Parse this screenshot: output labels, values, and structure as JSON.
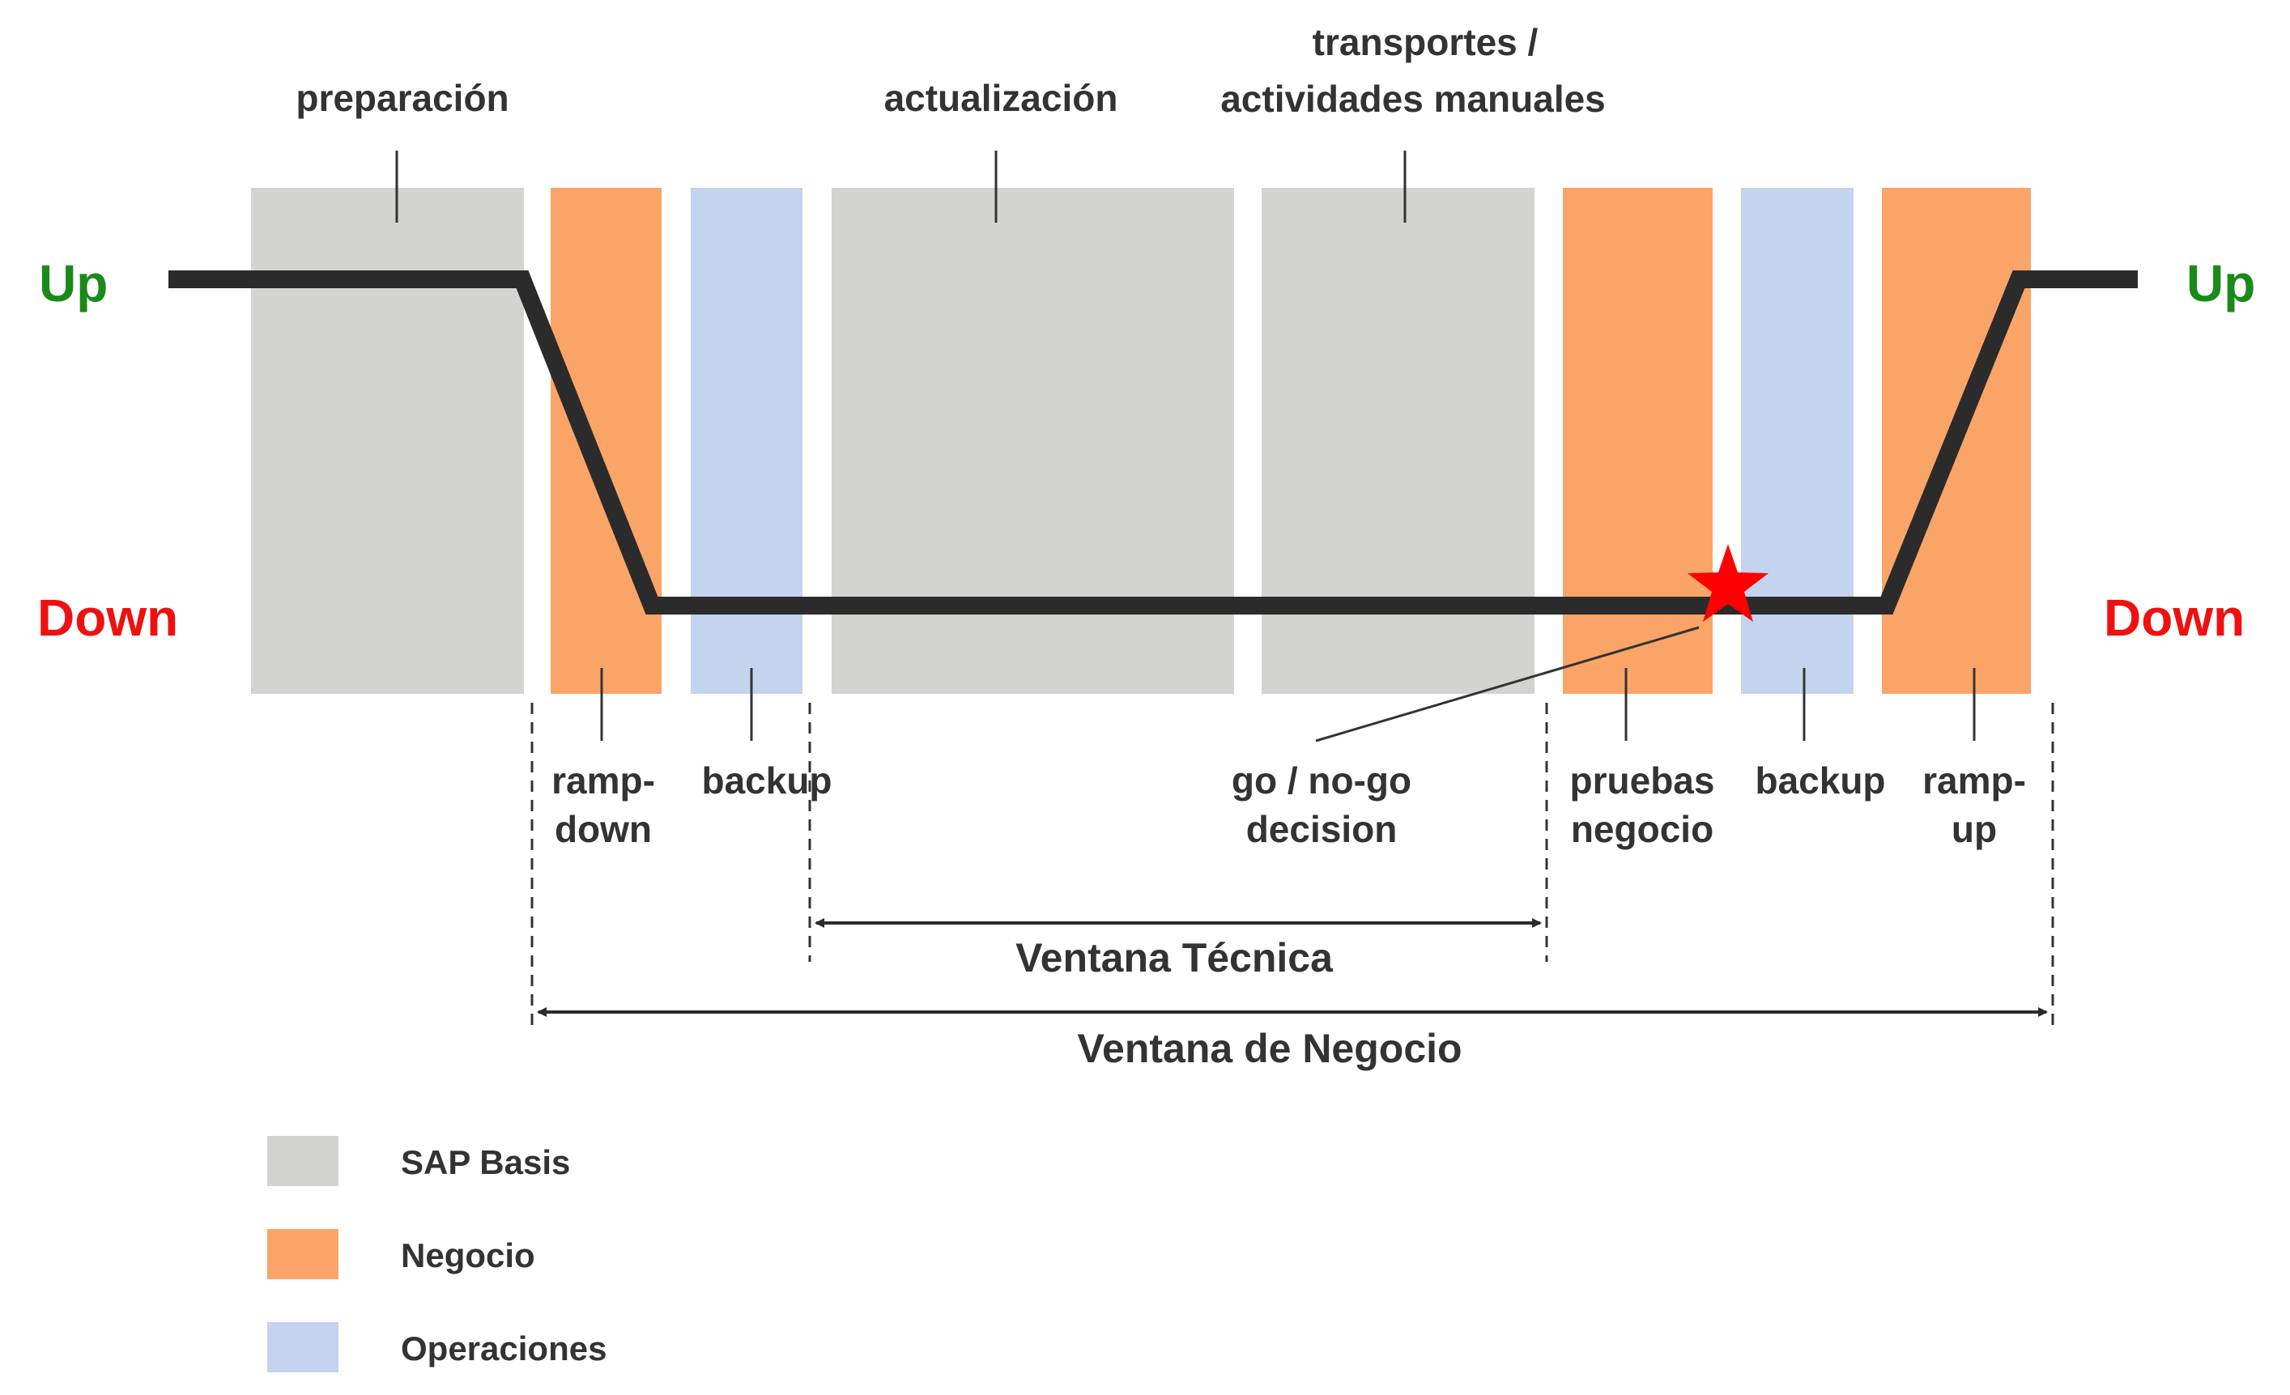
{
  "states": {
    "up_left": "Up",
    "up_right": "Up",
    "down_left": "Down",
    "down_right": "Down",
    "up_color": "#1a8a1a",
    "down_color": "#ee1111"
  },
  "colors": {
    "basis": "#d3d4d2",
    "negocio": "#fba468",
    "operaciones": "#c4d3ee",
    "line": "#2b2b2b",
    "star": "#ff0000"
  },
  "top_labels": {
    "preparacion": "preparación",
    "actualizacion": "actualización",
    "transportes_l1": "transportes  /",
    "transportes_l2": "actividades manuales"
  },
  "bottom_labels": {
    "ramp_down_l1": "ramp-",
    "ramp_down_l2": "down",
    "backup_1": "backup",
    "gonogo_l1": "go / no-go",
    "gonogo_l2": "decision",
    "pruebas_l1": "pruebas",
    "pruebas_l2": "negocio",
    "backup_2": "backup",
    "ramp_up_l1": "ramp-",
    "ramp_up_l2": "up"
  },
  "windows": {
    "tecnica": "Ventana Técnica",
    "negocio": "Ventana de Negocio"
  },
  "legend": {
    "basis": "SAP Basis",
    "negocio": "Negocio",
    "operaciones": "Operaciones"
  }
}
